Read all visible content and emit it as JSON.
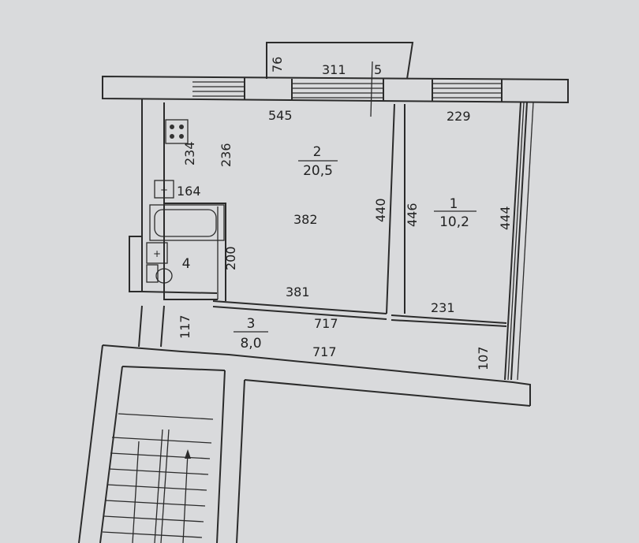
{
  "rooms": [
    {
      "number": "2",
      "area": "20,5"
    },
    {
      "number": "1",
      "area": "10,2"
    },
    {
      "number": "3",
      "area": "8,0"
    },
    {
      "number": "4"
    }
  ],
  "dimensions": {
    "balcony_depth": "76",
    "balcony_width": "311",
    "balcony_small": "5",
    "living_width_top": "545",
    "bedroom_width_top": "229",
    "kitchen_a": "234",
    "kitchen_b": "236",
    "bath_width": "164",
    "living_depth": "382",
    "partition_left": "440",
    "partition_right": "446",
    "bedroom_depth": "444",
    "bath_depth": "200",
    "living_bottom": "381",
    "bedroom_bottom": "231",
    "hall_depth": "117",
    "hall_width_top": "717",
    "hall_width_bottom": "717",
    "entry_depth": "107"
  }
}
